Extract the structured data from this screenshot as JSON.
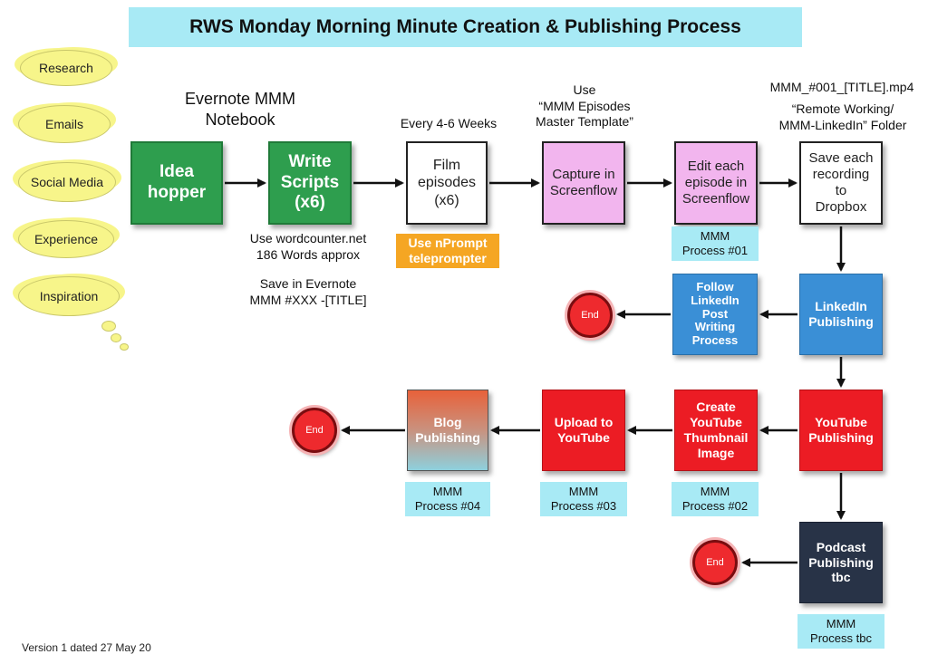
{
  "title": "RWS Monday Morning Minute Creation & Publishing Process",
  "clouds": [
    "Research",
    "Emails",
    "Social Media",
    "Experience",
    "Inspiration"
  ],
  "notes": {
    "evernote": "Evernote MMM\nNotebook",
    "every": "Every 4-6 Weeks",
    "use_template": "Use\n“MMM Episodes\nMaster Template”",
    "filename": "MMM_#001_[TITLE].mp4",
    "folder": "“Remote Working/\nMMM-LinkedIn” Folder",
    "wordcounter": "Use wordcounter.net\n186 Words approx",
    "save_evernote": "Save in Evernote\nMMM #XXX -[TITLE]"
  },
  "nprompt": "Use nPrompt\nteleprompter",
  "boxes": {
    "idea": "Idea\nhopper",
    "write": "Write\nScripts\n(x6)",
    "film": "Film\nepisodes\n(x6)",
    "capture": "Capture in\nScreenflow",
    "edit": "Edit each\nepisode in\nScreenflow",
    "save": "Save each\nrecording\nto\nDropbox",
    "linkedin": "LinkedIn\nPublishing",
    "follow": "Follow\nLinkedIn\nPost\nWriting\nProcess",
    "youtube": "YouTube\nPublishing",
    "thumbnail": "Create\nYouTube\nThumbnail\nImage",
    "upload": "Upload to\nYouTube",
    "blog": "Blog\nPublishing",
    "podcast": "Podcast\nPublishing\ntbc"
  },
  "process_labels": {
    "p01": "MMM\nProcess #01",
    "p02": "MMM\nProcess #02",
    "p03": "MMM\nProcess #03",
    "p04": "MMM\nProcess #04",
    "ptbc": "MMM\nProcess tbc"
  },
  "end_label": "End",
  "version": "Version 1 dated 27 May 20",
  "colors": {
    "title_bg": "#a8eaf5",
    "green": "#2e9e4e",
    "pink": "#f2b5ee",
    "blue": "#3a8fd6",
    "red": "#ec1c24",
    "dark": "#283347",
    "orange": "#f5a623",
    "cloud": "#f7f58a"
  }
}
